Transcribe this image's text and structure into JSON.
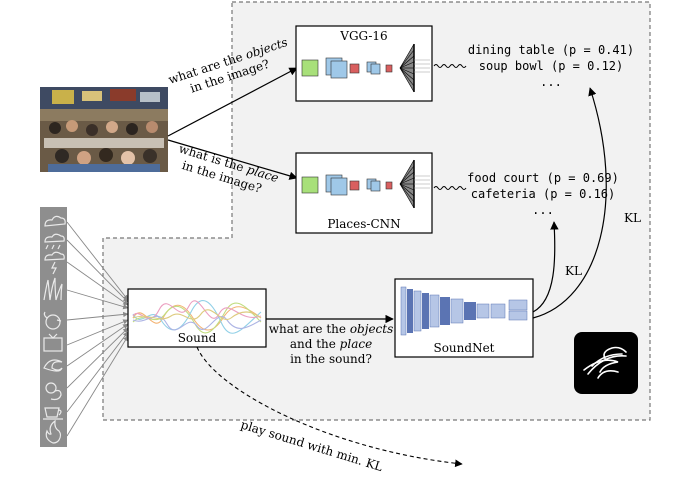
{
  "cnn_top": {
    "title": "VGG-16",
    "outputs": [
      "dining table (p = 0.41)",
      "soup bowl (p = 0.12)",
      "..."
    ]
  },
  "cnn_bottom": {
    "title": "Places-CNN",
    "outputs": [
      "food court (p = 0.69)",
      "cafeteria (p = 0.16)",
      "..."
    ]
  },
  "questions": {
    "objects_image_line1_pre": "what are the ",
    "objects_image_line1_em": "objects",
    "objects_image_line2": "in the image?",
    "place_image_line1_pre": "what is the ",
    "place_image_line1_em": "place",
    "place_image_line2": "in the image?",
    "sound_line1_pre": "what are the ",
    "sound_line1_em": "objects",
    "sound_line2_pre": "and the ",
    "sound_line2_em": "place",
    "sound_line3": "in the sound?"
  },
  "sound_box": {
    "label": "Sound"
  },
  "soundnet": {
    "label": "SoundNet"
  },
  "kl_labels": {
    "inner": "KL",
    "outer": "KL"
  },
  "play_label": "play sound with min. KL",
  "icons": [
    "cloud-icon",
    "rain-icon",
    "storm-icon",
    "grass-icon",
    "bird-icon",
    "tv-icon",
    "wave-icon",
    "chick-icon",
    "cup-icon",
    "fire-icon"
  ],
  "colors": {
    "panel_bg": "#f2f2f2",
    "dashed_border": "#777777",
    "icon_strip": "#8e8e8e",
    "green_layer": "#a8e07a",
    "blue_layer": "#9fc8e8",
    "red_layer": "#d95f5f",
    "soundnet_dark": "#5b74b3",
    "soundnet_light": "#b6c6e6"
  }
}
